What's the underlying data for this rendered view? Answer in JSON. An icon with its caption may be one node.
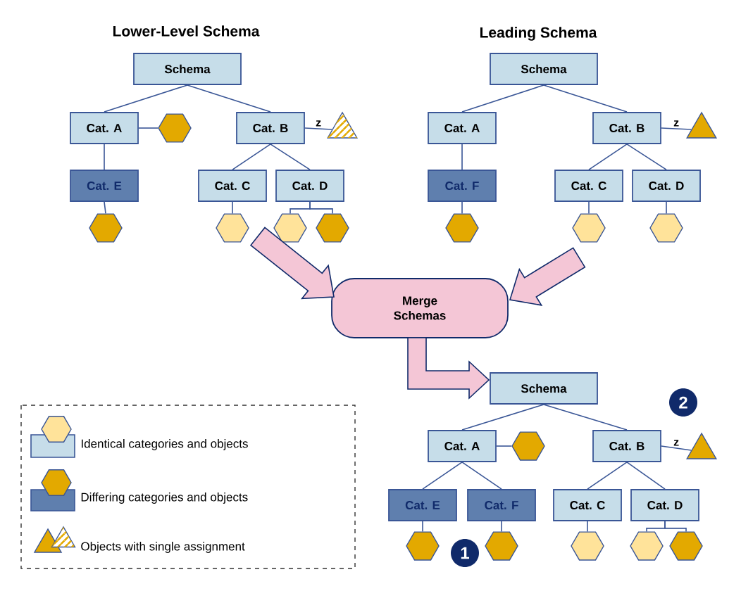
{
  "diagram": {
    "nodes": [
      {
        "text": [
          "Schema"
        ]
      },
      {
        "text": [
          "Cat. A"
        ]
      },
      {
        "text": [],
        "shape": "hexagon"
      },
      {
        "text": [
          "Cat. B"
        ]
      },
      {
        "text": [],
        "shape": "triangle"
      },
      {
        "text": [
          "Cat. E"
        ]
      },
      {
        "text": [],
        "shape": "hexagon"
      },
      {
        "text": [
          "Cat. C"
        ]
      },
      {
        "text": [
          "Cat. D"
        ]
      },
      {
        "text": [],
        "shape": "hexagon"
      },
      {
        "text": [],
        "shape": "hexagon"
      },
      {
        "text": [],
        "shape": "hexagon"
      },
      {
        "text": [
          "Schema"
        ]
      },
      {
        "text": [
          "Cat. A"
        ]
      },
      {
        "text": [
          "Cat. B"
        ]
      },
      {
        "text": [],
        "shape": "triangle"
      },
      {
        "text": [
          "Cat. F"
        ]
      },
      {
        "text": [],
        "shape": "hexagon"
      },
      {
        "text": [
          "Cat. C"
        ]
      },
      {
        "text": [
          "Cat. D"
        ]
      },
      {
        "text": [],
        "shape": "hexagon"
      },
      {
        "text": [],
        "shape": "hexagon"
      },
      {
        "text": [
          "Merge Schemas"
        ]
      },
      {
        "text": [
          "Schema"
        ]
      },
      {
        "text": [
          "Cat. A"
        ]
      },
      {
        "text": [],
        "shape": "hexagon"
      },
      {
        "text": [
          "Cat. B"
        ]
      },
      {
        "text": [],
        "shape": "triangle"
      },
      {
        "text": [
          "Cat. E"
        ]
      },
      {
        "text": [
          "Cat. F"
        ]
      },
      {
        "text": [
          "Cat. C"
        ]
      },
      {
        "text": [
          "Cat. D"
        ]
      },
      {
        "text": [],
        "shape": "hexagon"
      },
      {
        "text": [],
        "shape": "hexagon"
      },
      {
        "text": [],
        "shape": "hexagon"
      },
      {
        "text": [],
        "shape": "hexagon"
      },
      {
        "text": [],
        "shape": "hexagon"
      }
    ],
    "edges": [
      {
        "from": 0,
        "to": 1,
        "arrow": "none"
      },
      {
        "from": 0,
        "to": 3,
        "arrow": "none"
      },
      {
        "from": 1,
        "to": 2,
        "arrow": "none"
      },
      {
        "from": 3,
        "to": 4,
        "arrow": "none",
        "label": "z"
      },
      {
        "from": 1,
        "to": 5,
        "arrow": "none"
      },
      {
        "from": 5,
        "to": 6,
        "arrow": "none"
      },
      {
        "from": 3,
        "to": 7,
        "arrow": "none"
      },
      {
        "from": 3,
        "to": 8,
        "arrow": "none"
      },
      {
        "from": 7,
        "to": 9,
        "arrow": "none"
      },
      {
        "from": 8,
        "to": 10,
        "arrow": "none"
      },
      {
        "from": 8,
        "to": 11,
        "arrow": "none"
      },
      {
        "from": 12,
        "to": 13,
        "arrow": "none"
      },
      {
        "from": 12,
        "to": 14,
        "arrow": "none"
      },
      {
        "from": 14,
        "to": 15,
        "arrow": "none",
        "label": "z"
      },
      {
        "from": 13,
        "to": 16,
        "arrow": "none"
      },
      {
        "from": 16,
        "to": 17,
        "arrow": "none"
      },
      {
        "from": 14,
        "to": 18,
        "arrow": "none"
      },
      {
        "from": 14,
        "to": 19,
        "arrow": "none"
      },
      {
        "from": 18,
        "to": 20,
        "arrow": "none"
      },
      {
        "from": 19,
        "to": 21,
        "arrow": "none"
      },
      {
        "from": null,
        "to": 22,
        "arrow": "to",
        "style": "thick",
        "color": "#f4c6d6"
      },
      {
        "from": null,
        "to": 22,
        "arrow": "to",
        "style": "thick",
        "color": "#f4c6d6"
      },
      {
        "from": 22,
        "to": 23,
        "arrow": "to",
        "style": "thick",
        "color": "#f4c6d6"
      },
      {
        "from": 23,
        "to": 24,
        "arrow": "none"
      },
      {
        "from": 23,
        "to": 26,
        "arrow": "none"
      },
      {
        "from": 24,
        "to": 25,
        "arrow": "none"
      },
      {
        "from": 26,
        "to": 27,
        "arrow": "none",
        "label": "z"
      },
      {
        "from": 24,
        "to": 28,
        "arrow": "none"
      },
      {
        "from": 24,
        "to": 29,
        "arrow": "none"
      },
      {
        "from": 28,
        "to": 32,
        "arrow": "none"
      },
      {
        "from": 29,
        "to": 33,
        "arrow": "none"
      },
      {
        "from": 26,
        "to": 30,
        "arrow": "none"
      },
      {
        "from": 26,
        "to": 31,
        "arrow": "none"
      },
      {
        "from": 30,
        "to": 34,
        "arrow": "none"
      },
      {
        "from": 31,
        "to": 35,
        "arrow": "none"
      },
      {
        "from": 31,
        "to": 36,
        "arrow": "none"
      }
    ],
    "labels": [
      "Lower-Level Schema",
      "Leading Schema",
      "2",
      "1"
    ],
    "legend": [
      {
        "text": "Identical categories and objects"
      },
      {
        "text": "Differing categories and objects"
      },
      {
        "text": "Objects with single assignment"
      }
    ]
  }
}
